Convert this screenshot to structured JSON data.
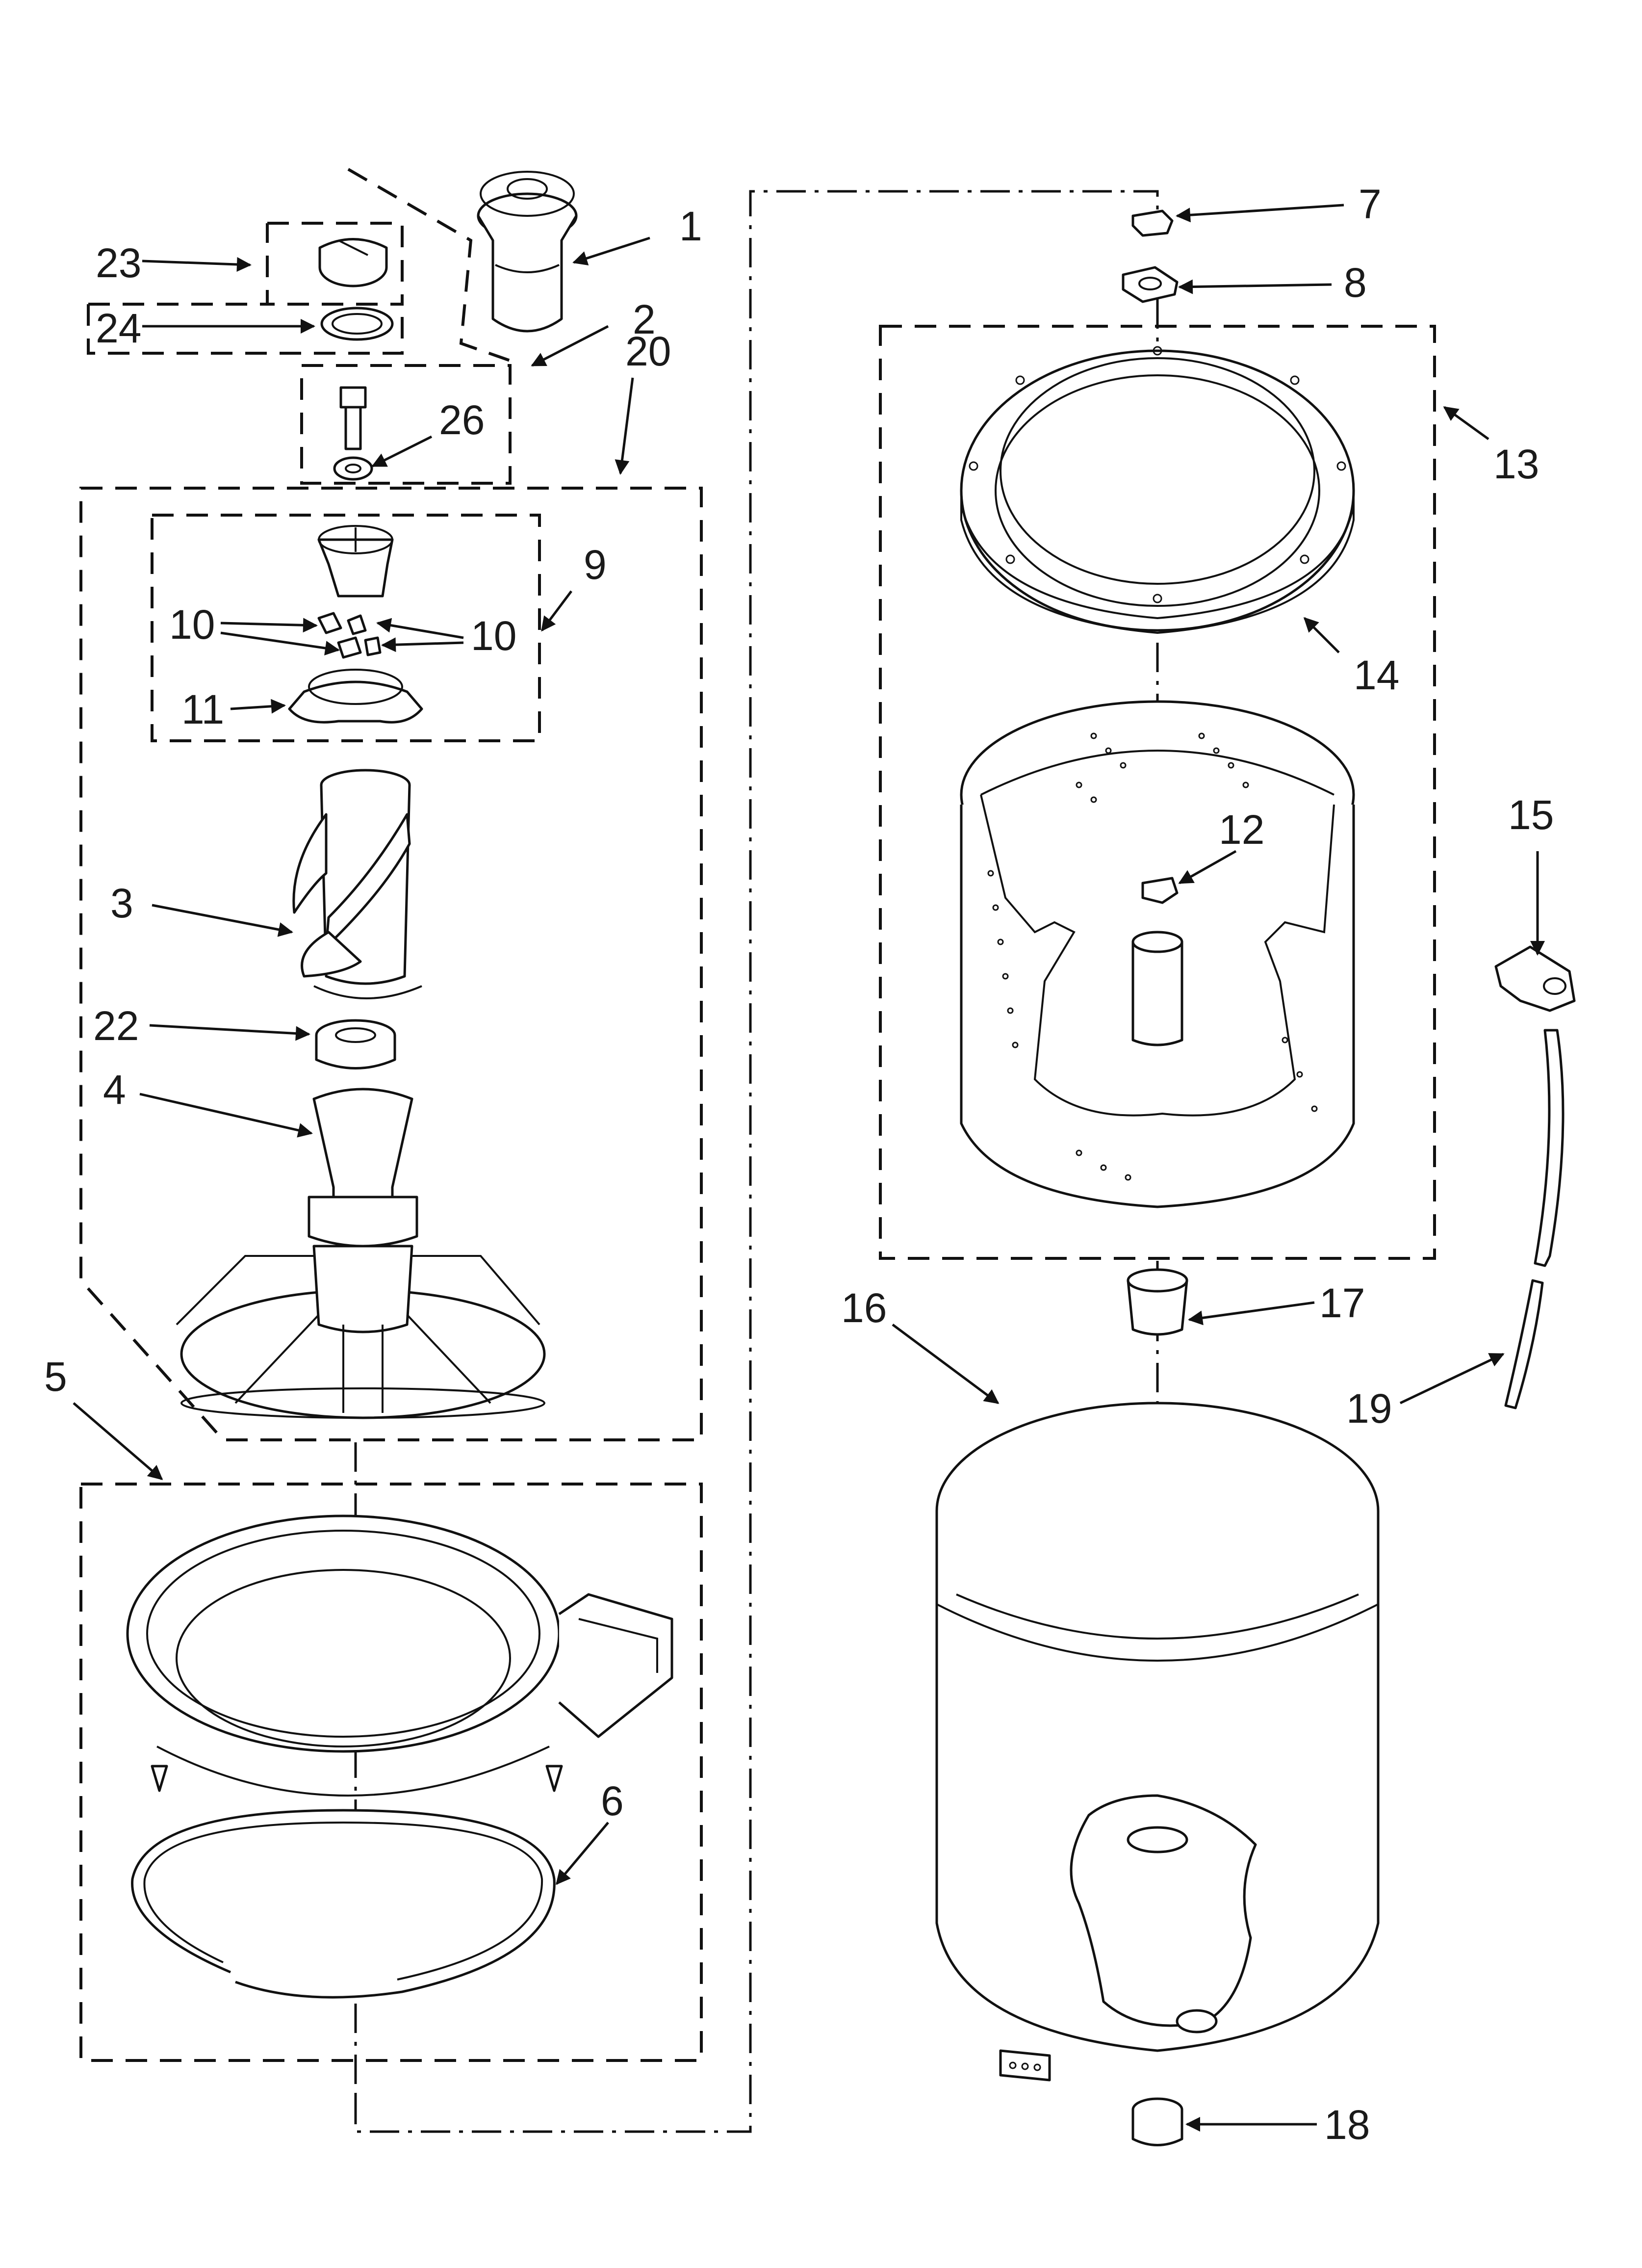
{
  "labels": {
    "p1": "1",
    "p2": "2",
    "p3": "3",
    "p4": "4",
    "p5": "5",
    "p6": "6",
    "p7": "7",
    "p8": "8",
    "p9": "9",
    "p10a": "10",
    "p10b": "10",
    "p11": "11",
    "p12": "12",
    "p13": "13",
    "p14": "14",
    "p15": "15",
    "p16": "16",
    "p17": "17",
    "p18": "18",
    "p19": "19",
    "p20": "20",
    "p22": "22",
    "p23": "23",
    "p24": "24",
    "p26": "26"
  }
}
